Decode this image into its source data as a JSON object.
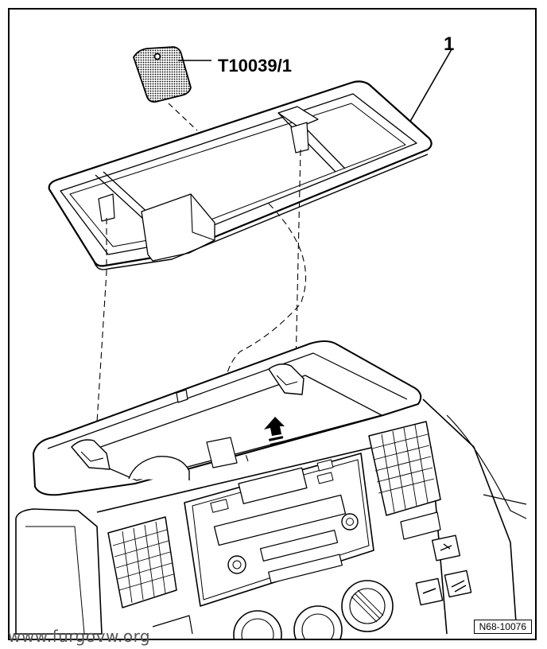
{
  "labels": {
    "tool": "T10039/1",
    "part": "1",
    "reference": "N68-10076",
    "watermark": "www.furgovw.org"
  },
  "colors": {
    "line": "#000000",
    "background": "#ffffff",
    "tool_fill": "#bdbdbd"
  }
}
